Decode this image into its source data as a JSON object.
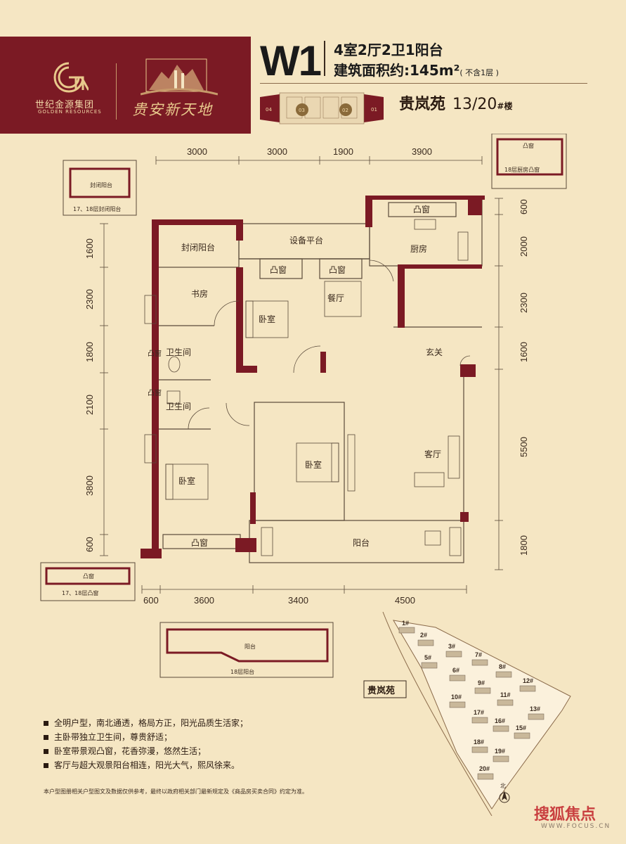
{
  "brand": {
    "group_name": "世纪金源集团",
    "group_name_en": "GOLDEN RESOURCES",
    "project_name": "贵安新天地"
  },
  "unit": {
    "code": "W1",
    "layout": "4室2厅2卫1阳台",
    "area_label": "建筑面积约:145m²",
    "area_note": "( 不含1层 )"
  },
  "building": {
    "name": "贵岚苑",
    "floor": "13/20",
    "suffix": "#楼",
    "key_labels": [
      "04",
      "03",
      "02",
      "01"
    ]
  },
  "plan": {
    "rooms": {
      "enclosed_balcony_top": "封闭阳台",
      "equipment_platform": "设备平台",
      "kitchen": "厨房",
      "bay_window_kitchen": "凸窗",
      "bay_window_bedroom1": "凸窗",
      "bay_window_dining": "凸窗",
      "study": "书房",
      "bedroom_top": "卧室",
      "dining": "餐厅",
      "bathroom1": "卫生间",
      "bathroom2": "卫生间",
      "bay_window_bath1": "凸窗",
      "bay_window_bath2": "凸窗",
      "foyer": "玄关",
      "bedroom_master": "卧室",
      "living": "客厅",
      "bedroom_sw": "卧室",
      "bay_window_sw": "凸窗",
      "balcony": "阳台"
    },
    "insets": {
      "closed_balcony_title": "封闭阳台",
      "closed_balcony_caption": "17、18层封闭阳台",
      "kitchen_window_title": "凸窗",
      "kitchen_window_caption": "18层厨房凸窗",
      "bay_window_title": "凸窗",
      "bay_window_caption": "17、18层凸窗",
      "balcony_title": "阳台",
      "balcony_caption": "18层阳台"
    },
    "dims_top": [
      "3000",
      "3000",
      "1900",
      "3900"
    ],
    "dims_bottom": [
      "600",
      "3600",
      "3400",
      "4500"
    ],
    "dims_left": [
      "1600",
      "2300",
      "1800",
      "2100",
      "3800",
      "600"
    ],
    "dims_right": [
      "600",
      "2000",
      "2300",
      "1600",
      "5500",
      "1800"
    ]
  },
  "site": {
    "label": "贵岚苑",
    "north": "北",
    "buildings": [
      "1#",
      "2#",
      "3#",
      "5#",
      "7#",
      "6#",
      "8#",
      "9#",
      "12#",
      "10#",
      "11#",
      "17#",
      "16#",
      "13#",
      "15#",
      "18#",
      "19#",
      "20#"
    ]
  },
  "features": [
    "全明户型，南北通透，格局方正，阳光品质生活家；",
    "主卧带独立卫生间，尊贵舒适；",
    "卧室带景观凸窗，花香弥漫，悠然生活；",
    "客厅与超大观景阳台相连，阳光大气，熙风徐来。"
  ],
  "disclaimer": "本户型图册相关户型图文及数据仅供参考，最终以政府相关部门最新规定及《商品房买卖合同》约定为准。",
  "watermark": {
    "text": "搜狐焦点",
    "url": "WWW.FOCUS.CN"
  },
  "colors": {
    "brand_red": "#7b1a24",
    "background": "#f5e6c3",
    "wall": "#7b1a24",
    "gold": "#e8c98c"
  }
}
